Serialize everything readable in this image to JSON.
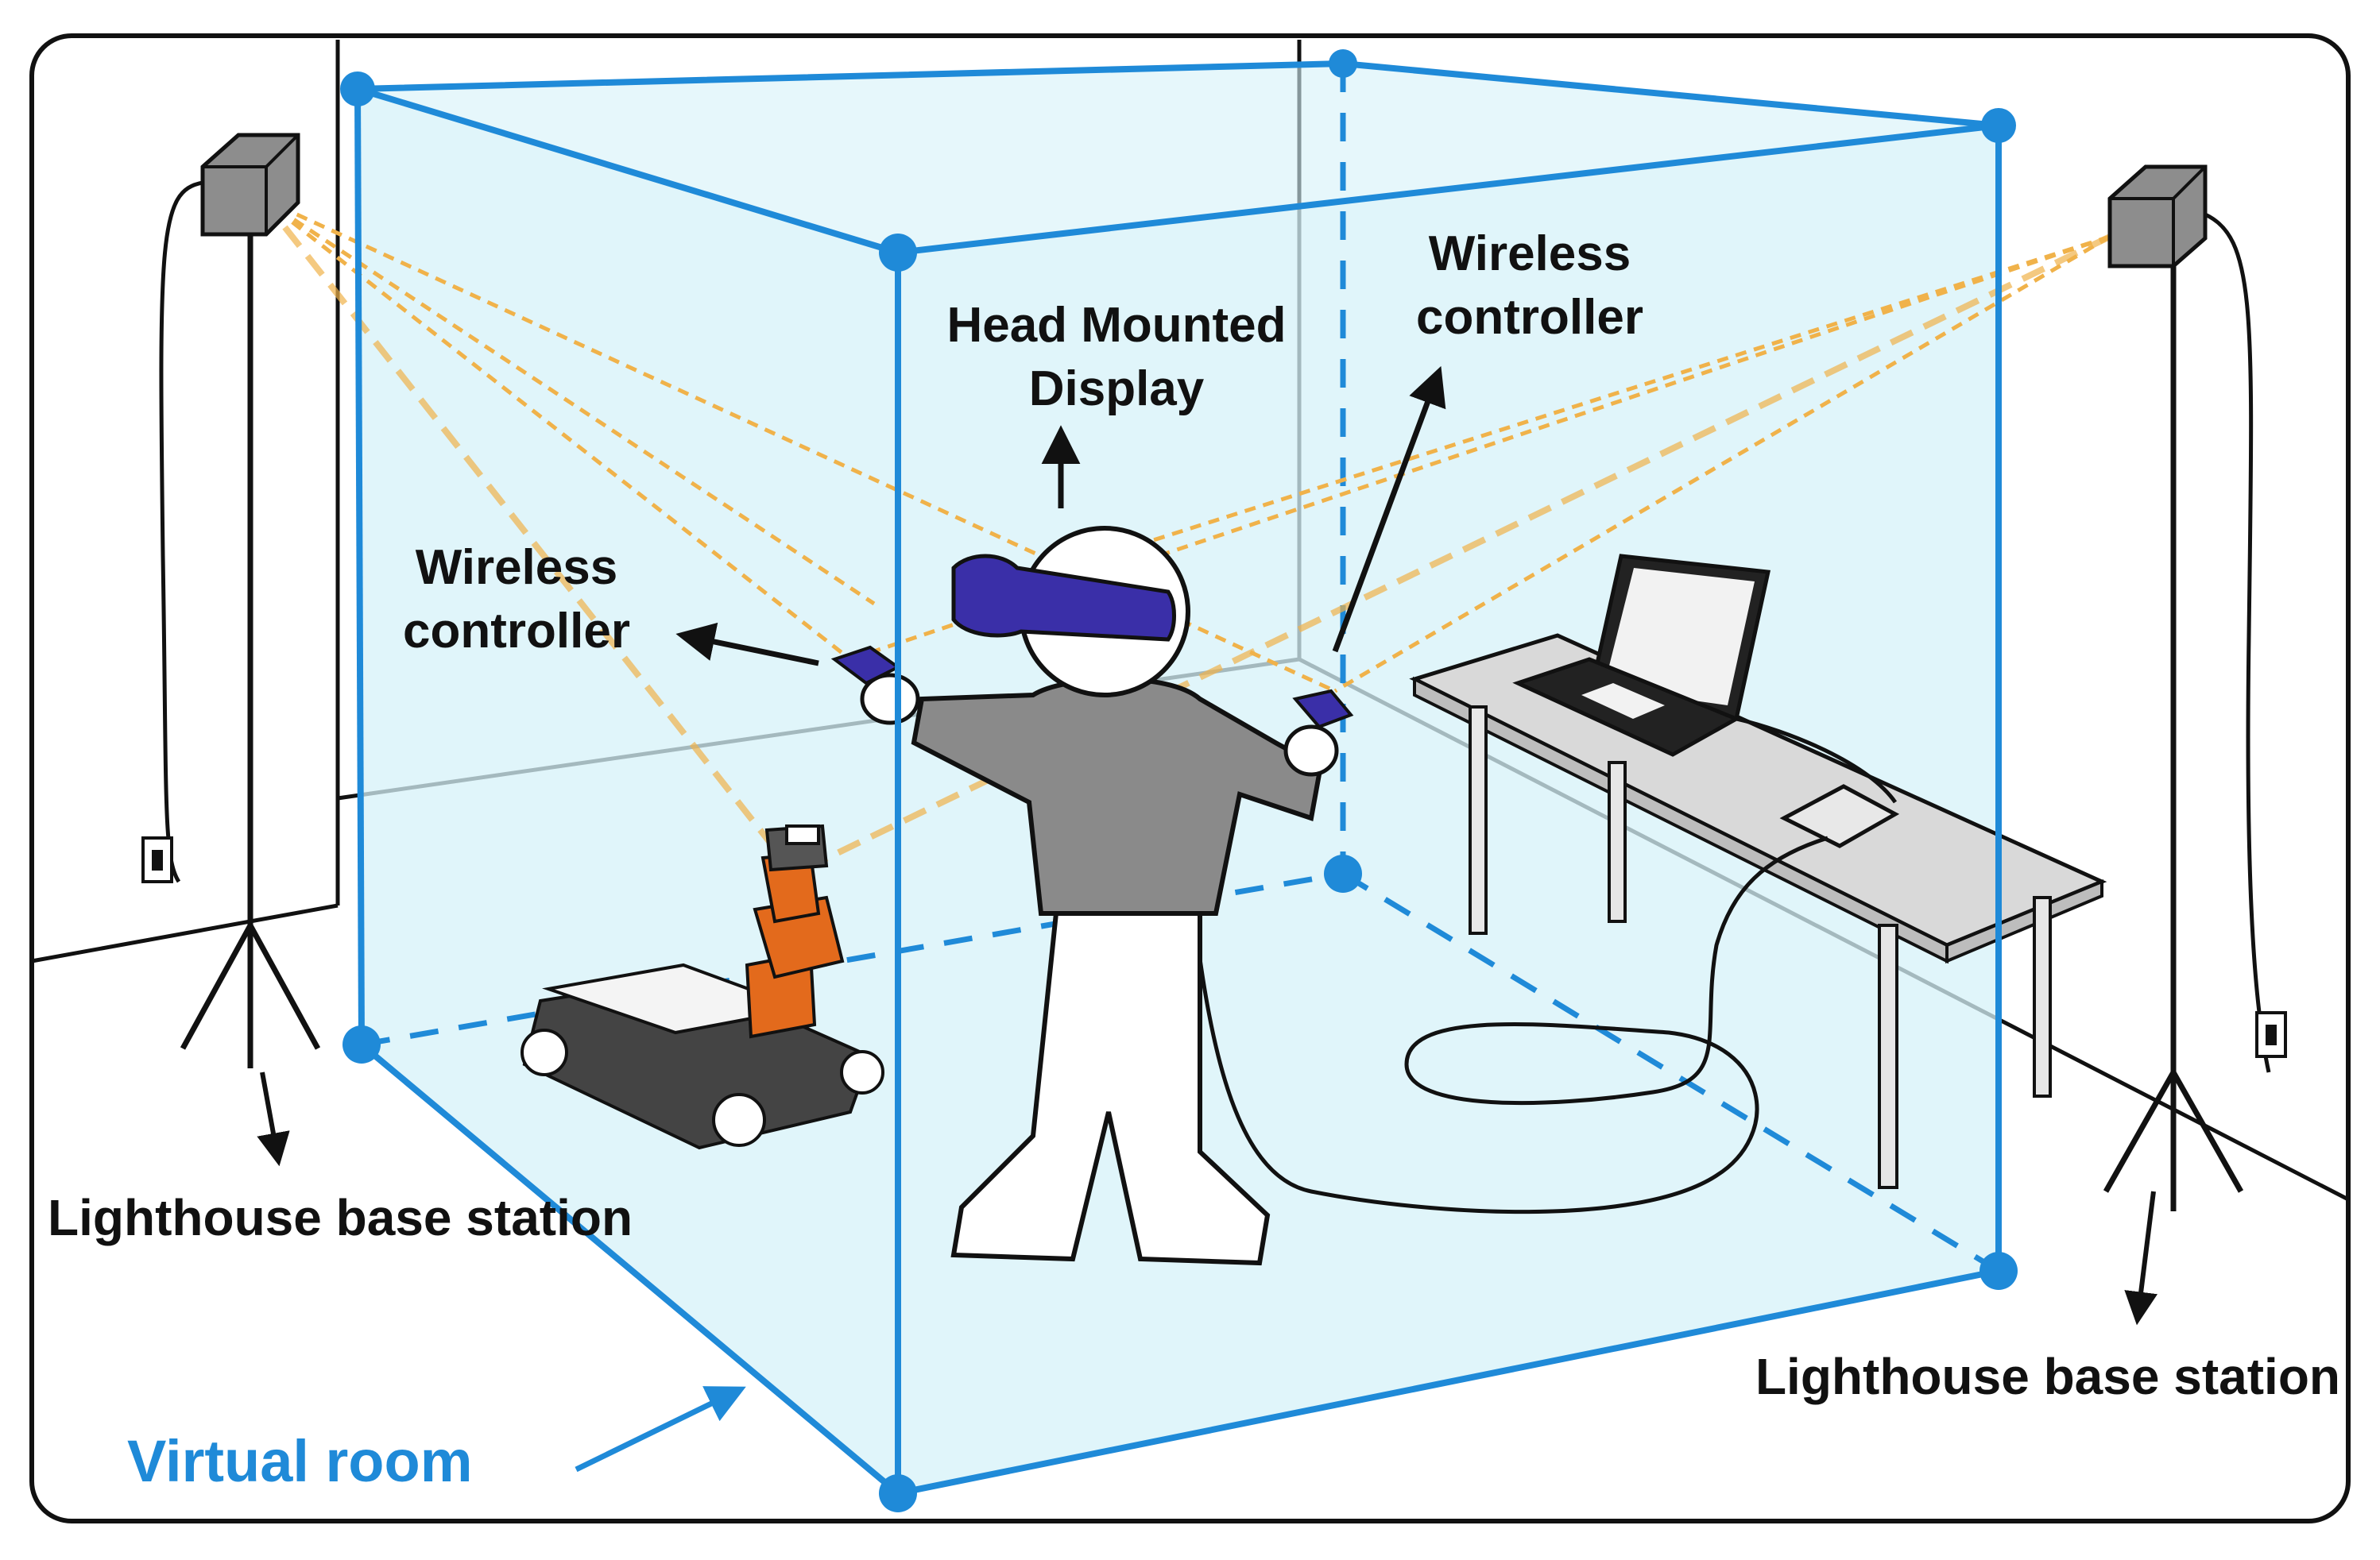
{
  "labels": {
    "head_mounted_display": [
      "Head Mounted",
      "Display"
    ],
    "wireless_controller_left": [
      "Wireless",
      "controller"
    ],
    "wireless_controller_right": [
      "Wireless",
      "controller"
    ],
    "lighthouse_left": "Lighthouse base station",
    "lighthouse_right": "Lighthouse base station",
    "virtual_room": "Virtual room"
  },
  "colors": {
    "virtual_room_edge": "#1f8ad8",
    "virtual_room_fill": "#d6f2f8",
    "tracking_beam": "#f0b24a",
    "headset": "#3a2fa8",
    "shirt": "#8a8a8a",
    "robot_arm": "#e36a1c",
    "table": "#d9d9d9"
  }
}
